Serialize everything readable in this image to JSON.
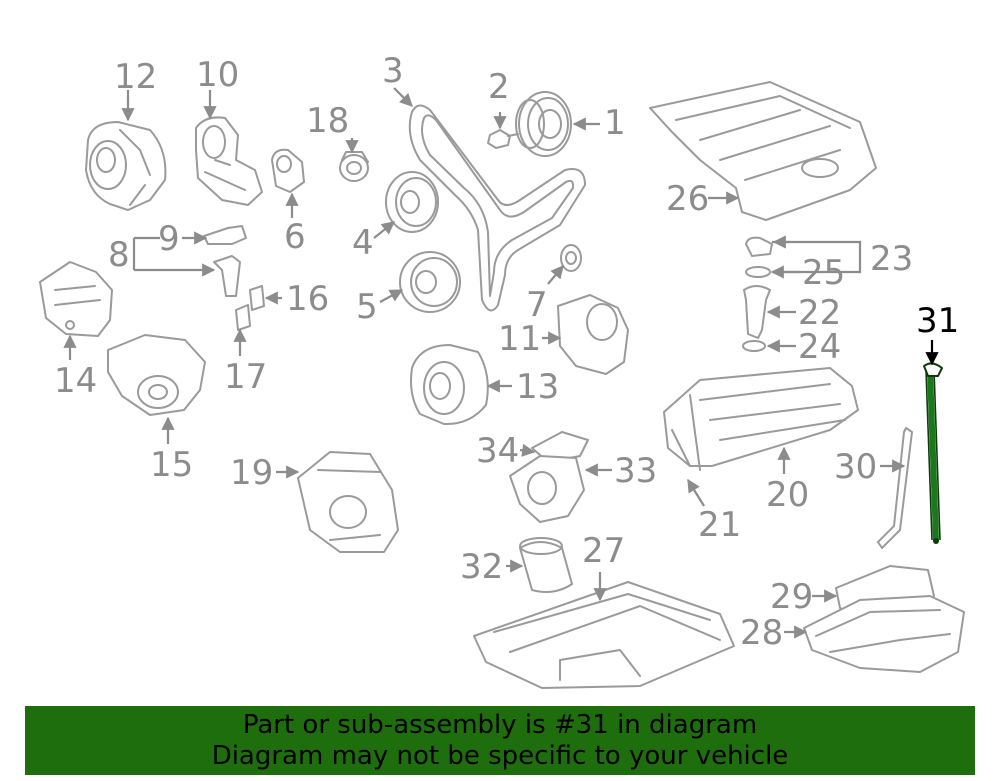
{
  "labels": {
    "1": "1",
    "2": "2",
    "3": "3",
    "4": "4",
    "5": "5",
    "6": "6",
    "7": "7",
    "8": "8",
    "9": "9",
    "10": "10",
    "11": "11",
    "12": "12",
    "13": "13",
    "14": "14",
    "15": "15",
    "16": "16",
    "17": "17",
    "18": "18",
    "19": "19",
    "20": "20",
    "21": "21",
    "22": "22",
    "23": "23",
    "24": "24",
    "25": "25",
    "26": "26",
    "27": "27",
    "28": "28",
    "29": "29",
    "30": "30",
    "31": "31",
    "32": "32",
    "33": "33",
    "34": "34"
  },
  "highlight_part": "31",
  "banner": {
    "line1": "Part or sub-assembly is #31 in diagram",
    "line2": "Diagram may not be specific to your vehicle"
  },
  "colors": {
    "part_stroke": "#9a9a9a",
    "label": "#8c8c8c",
    "highlight": "#1a7a1a",
    "banner_bg": "#1e6e0d"
  }
}
